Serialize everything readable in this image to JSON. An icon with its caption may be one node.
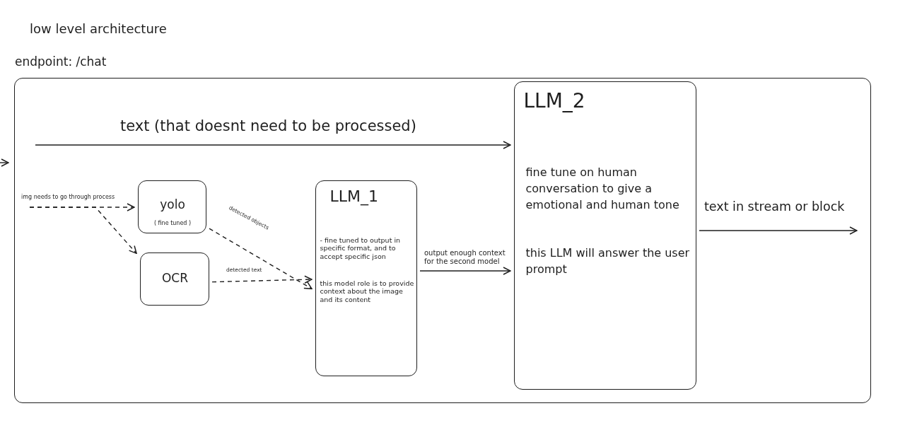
{
  "diagram": {
    "title": "low level architecture",
    "nodes": [
      {
        "text": [
          "endpoint: /chat"
        ]
      },
      {
        "text": [
          "yolo",
          "( fine tuned )"
        ],
        "in": 0
      },
      {
        "text": [
          "OCR"
        ],
        "in": 0
      },
      {
        "text": [
          "LLM_1",
          "- fine tuned to output in specific format, and to accept specific json",
          "this model role is to provide context about the image and its content"
        ],
        "in": 0
      },
      {
        "text": [
          "LLM_2",
          "fine tune on human conversation to give a emotional and human tone",
          "this LLM will answer the user prompt"
        ],
        "in": 0
      }
    ],
    "edges": [
      {
        "from": null,
        "to": 1,
        "arrow": "to",
        "style": "dashed",
        "label": "img needs to go through process"
      },
      {
        "from": null,
        "to": 2,
        "arrow": "to",
        "style": "dashed"
      },
      {
        "from": 1,
        "to": 3,
        "arrow": "to",
        "style": "dashed",
        "label": "detected objects"
      },
      {
        "from": 2,
        "to": 3,
        "arrow": "to",
        "style": "dashed",
        "label": "detected text"
      },
      {
        "from": 3,
        "to": 4,
        "arrow": "to",
        "label": "output enough context for the second model"
      },
      {
        "from": null,
        "to": 4,
        "arrow": "to",
        "label": "text (that doesnt need to be processed)"
      },
      {
        "from": 4,
        "to": null,
        "arrow": "to",
        "label": "text in stream or block"
      },
      {
        "from": null,
        "to": 0,
        "arrow": "to"
      }
    ]
  }
}
